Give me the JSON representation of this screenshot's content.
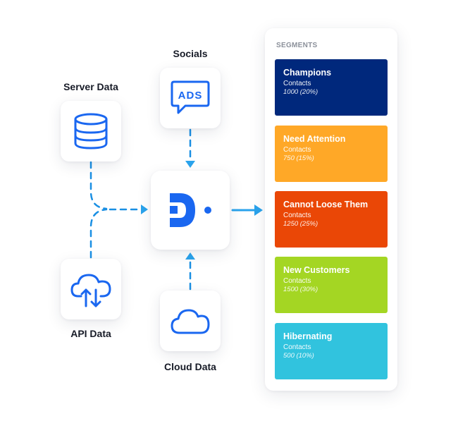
{
  "sources": {
    "socials": {
      "label": "Socials",
      "icon": "ads-speech-bubble-icon"
    },
    "server": {
      "label": "Server Data",
      "icon": "database-icon"
    },
    "api": {
      "label": "API Data",
      "icon": "cloud-sync-icon"
    },
    "cloud": {
      "label": "Cloud Data",
      "icon": "cloud-icon"
    }
  },
  "hub": {
    "icon": "brand-logo-icon"
  },
  "icon_badge_text": "ADS",
  "segments_panel": {
    "title": "SEGMENTS",
    "items": [
      {
        "name": "Champions",
        "sub": "Contacts",
        "count": "1000 (20%)",
        "color": "#00287c"
      },
      {
        "name": "Need Attention",
        "sub": "Contacts",
        "count": "750 (15%)",
        "color": "#ffa827"
      },
      {
        "name": "Cannot Loose Them",
        "sub": "Contacts",
        "count": "1250 (25%)",
        "color": "#ea4706"
      },
      {
        "name": "New Customers",
        "sub": "Contacts",
        "count": "1500 (30%)",
        "color": "#a4d623"
      },
      {
        "name": "Hibernating",
        "sub": "Contacts",
        "count": "500 (10%)",
        "color": "#31c3de"
      }
    ]
  },
  "colors": {
    "icon_blue": "#1a67f0",
    "connector": "#1a8fe3",
    "arrow": "#2aa3ec"
  }
}
